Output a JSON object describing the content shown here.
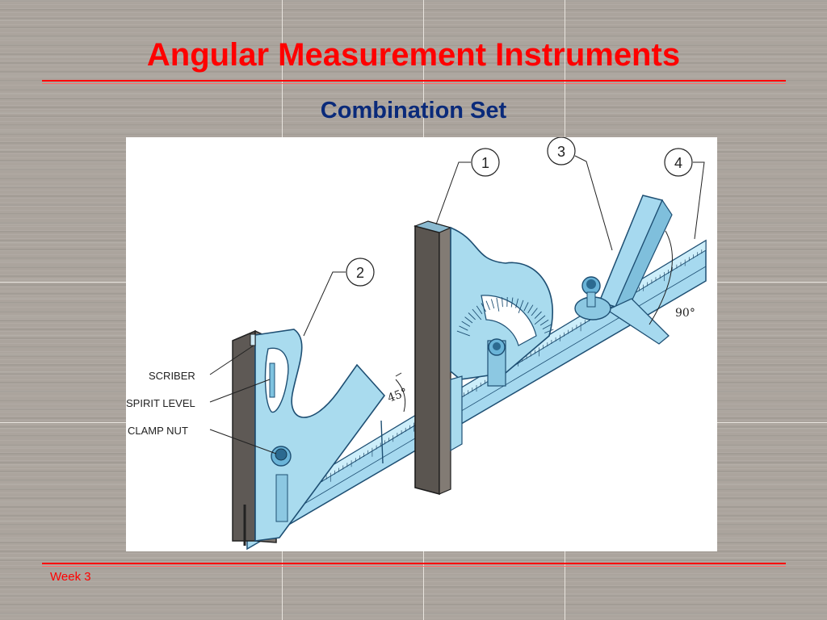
{
  "slide": {
    "title": "Angular Measurement Instruments",
    "subtitle": "Combination Set",
    "footer": "Week 3",
    "colors": {
      "title": "#ff0000",
      "subtitle": "#0a2a7a",
      "rule": "#ff0000",
      "steel": "#9fd3ea",
      "dark_steel": "#5f5a55"
    }
  },
  "figure": {
    "callouts": [
      "1",
      "2",
      "3",
      "4"
    ],
    "labels": {
      "scriber": "SCRIBER",
      "spirit_level": "SPIRIT LEVEL",
      "clamp_nut": "CLAMP NUT",
      "angle_45": "45°",
      "angle_90": "90°"
    }
  }
}
